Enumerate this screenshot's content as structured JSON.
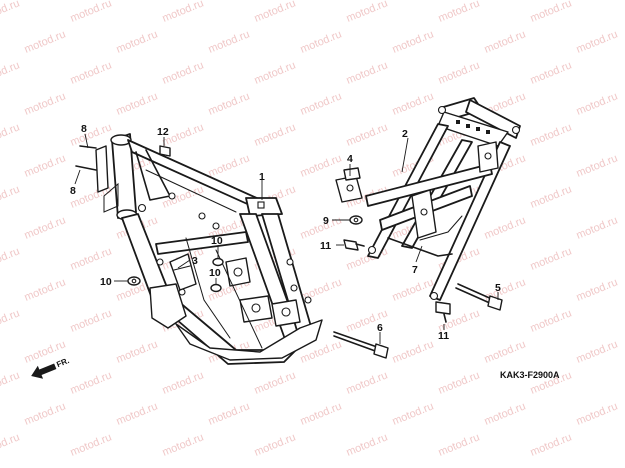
{
  "watermark": {
    "text": "motod.ru",
    "color": "#f0c8c8"
  },
  "diagram": {
    "code": "KAK3-F2900A",
    "front_arrow_label": "FR.",
    "callouts": [
      {
        "id": "c1",
        "label": "1"
      },
      {
        "id": "c2",
        "label": "2"
      },
      {
        "id": "c3",
        "label": "3"
      },
      {
        "id": "c4",
        "label": "4"
      },
      {
        "id": "c5",
        "label": "5"
      },
      {
        "id": "c6",
        "label": "6"
      },
      {
        "id": "c7",
        "label": "7"
      },
      {
        "id": "c8a",
        "label": "8"
      },
      {
        "id": "c8b",
        "label": "8"
      },
      {
        "id": "c9",
        "label": "9"
      },
      {
        "id": "c10a",
        "label": "10"
      },
      {
        "id": "c10b",
        "label": "10"
      },
      {
        "id": "c10c",
        "label": "10"
      },
      {
        "id": "c11a",
        "label": "11"
      },
      {
        "id": "c11b",
        "label": "11"
      },
      {
        "id": "c12",
        "label": "12"
      }
    ]
  }
}
